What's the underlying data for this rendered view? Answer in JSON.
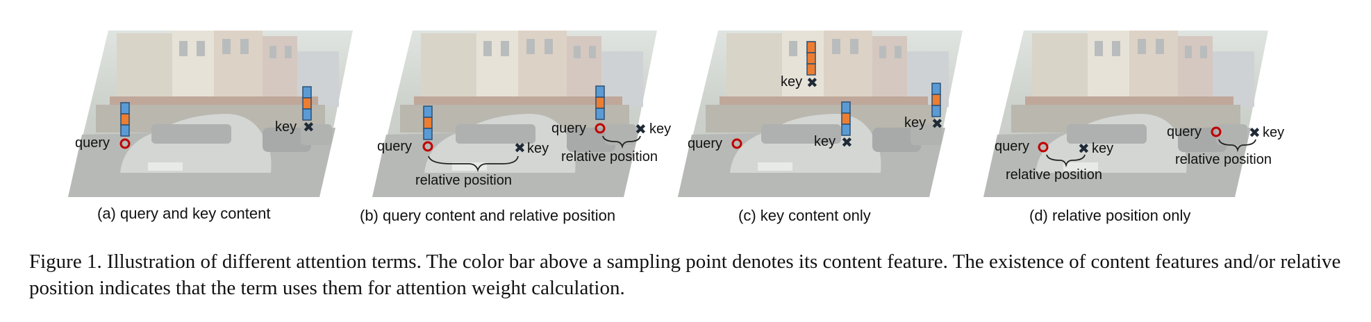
{
  "caption": "Figure 1. Illustration of different attention terms. The color bar above a sampling point denotes its content feature. The existence of content features and/or relative position indicates that the term uses them for attention weight calculation.",
  "labels": {
    "query": "query",
    "key": "key",
    "relative_position": "relative position"
  },
  "panels": [
    {
      "id": "a",
      "title": "(a) query and key content"
    },
    {
      "id": "b",
      "title": "(b) query content and relative position"
    },
    {
      "id": "c",
      "title": "(c) key content only"
    },
    {
      "id": "d",
      "title": "(d) relative position only"
    }
  ],
  "colors": {
    "bar_blue": "#5b9bd5",
    "bar_orange": "#ed7d31",
    "query_marker": "#c00000",
    "key_marker": "#1f2a36"
  }
}
